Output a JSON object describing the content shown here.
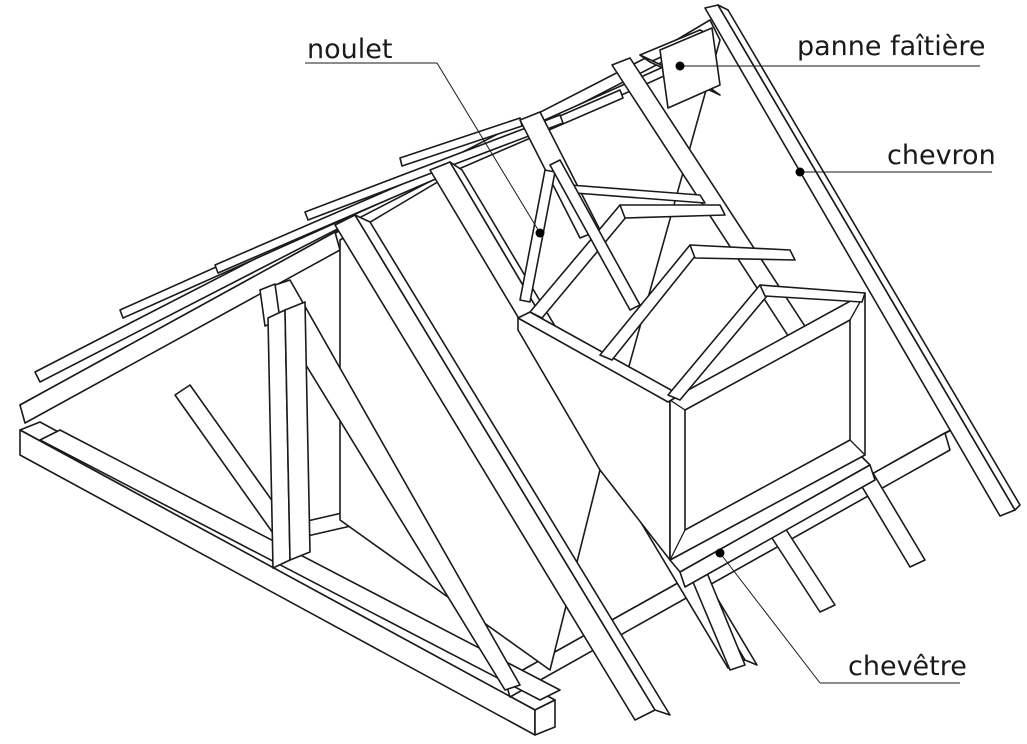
{
  "labels": {
    "noulet": "noulet",
    "panne_faitiere": "panne faîtière",
    "chevron": "chevron",
    "chevetre": "chevêtre"
  },
  "colors": {
    "line": "#1a1a1a",
    "background": "#ffffff"
  }
}
